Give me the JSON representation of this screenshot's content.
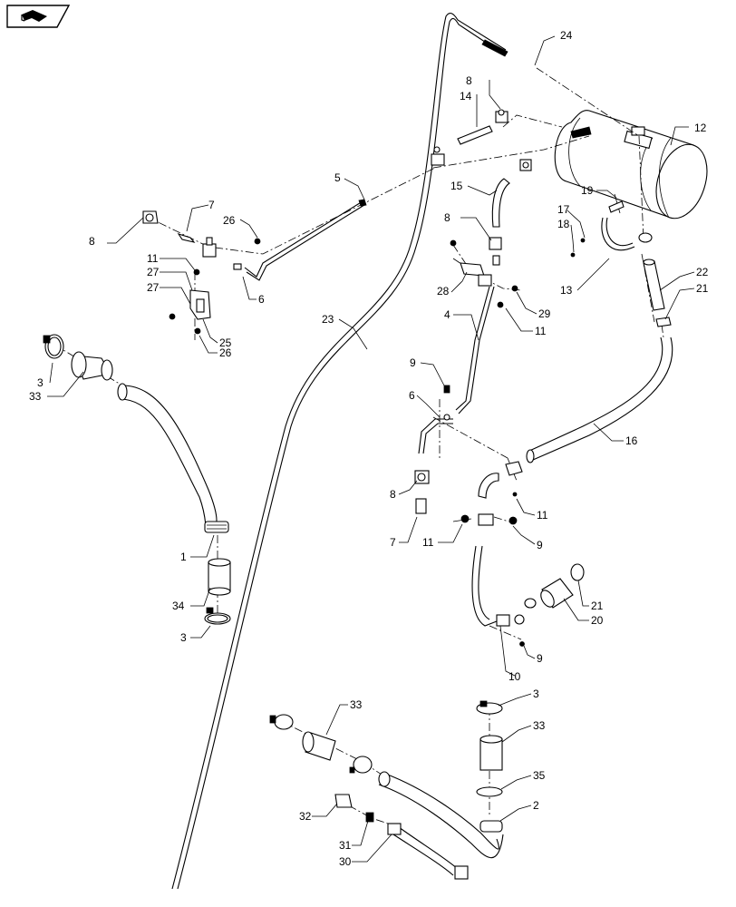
{
  "callouts": {
    "c24": "24",
    "c8a": "8",
    "c14": "14",
    "c12": "12",
    "c5": "5",
    "c15": "15",
    "c19": "19",
    "c7a": "7",
    "c26a": "26",
    "c8b": "8",
    "c17": "17",
    "c18": "18",
    "c8c": "8",
    "c11a": "11",
    "c27a": "27",
    "c27b": "27",
    "c6a": "6",
    "c28": "28",
    "c29": "29",
    "c13": "13",
    "c22": "22",
    "c21a": "21",
    "c23": "23",
    "c25": "25",
    "c26b": "26",
    "c4": "4",
    "c11b": "11",
    "c3a": "3",
    "c33a": "33",
    "c9a": "9",
    "c6b": "6",
    "c16": "16",
    "c8d": "8",
    "c11c": "11",
    "c7b": "7",
    "c11d": "11",
    "c9b": "9",
    "c1": "1",
    "c34": "34",
    "c3b": "3",
    "c21b": "21",
    "c20": "20",
    "c9c": "9",
    "c10": "10",
    "c33b": "33",
    "c3c": "3",
    "c33c": "33",
    "c35": "35",
    "c2": "2",
    "c32": "32",
    "c31": "31",
    "c30": "30"
  },
  "icons": {
    "corner_tag": "book-page-tab-icon"
  }
}
